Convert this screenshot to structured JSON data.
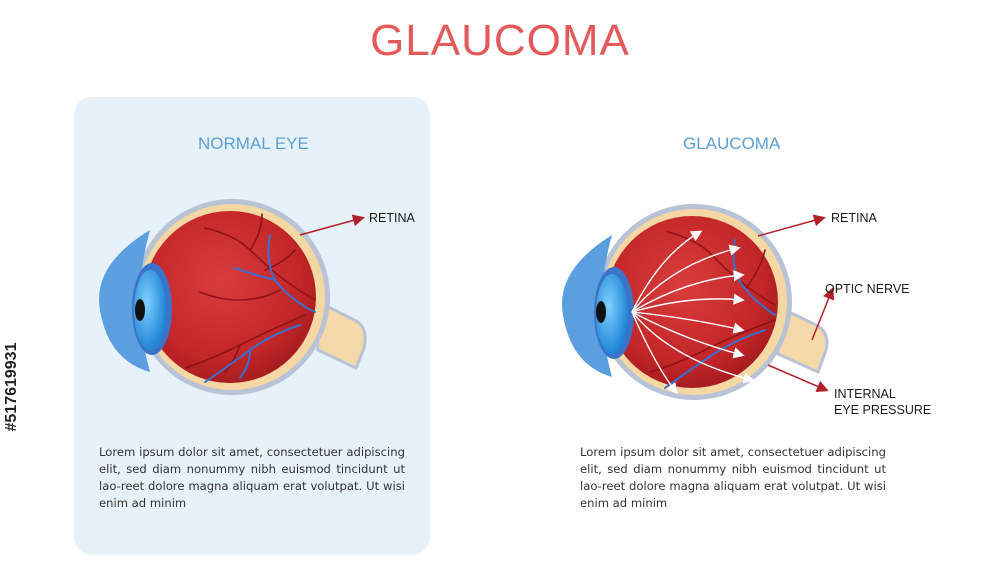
{
  "title": "GLAUCOMA",
  "stock_id": "#517619931",
  "left": {
    "heading": "NORMAL EYE",
    "labels": {
      "retina": "RETINA"
    },
    "paragraph": "Lorem ipsum dolor sit amet, consectetuer adipiscing elit, sed diam nonummy nibh euismod tincidunt ut lao-reet dolore magna aliquam erat volutpat. Ut wisi enim ad minim"
  },
  "right": {
    "heading": "GLAUCOMA",
    "labels": {
      "retina": "RETINA",
      "optic_nerve": "OPTIC NERVE",
      "internal_pressure_line1": "INTERNAL",
      "internal_pressure_line2": "EYE PRESSURE"
    },
    "paragraph": "Lorem ipsum dolor sit amet, consectetuer adipiscing elit, sed diam nonummy nibh euismod tincidunt ut lao-reet dolore magna aliquam erat volutpat. Ut wisi enim ad minim"
  },
  "colors": {
    "title": "#e45a5a",
    "heading": "#5b9fd6",
    "panel": "#e7f1f9",
    "arrow": "#b3202a",
    "eye_red": "#c8292c"
  }
}
